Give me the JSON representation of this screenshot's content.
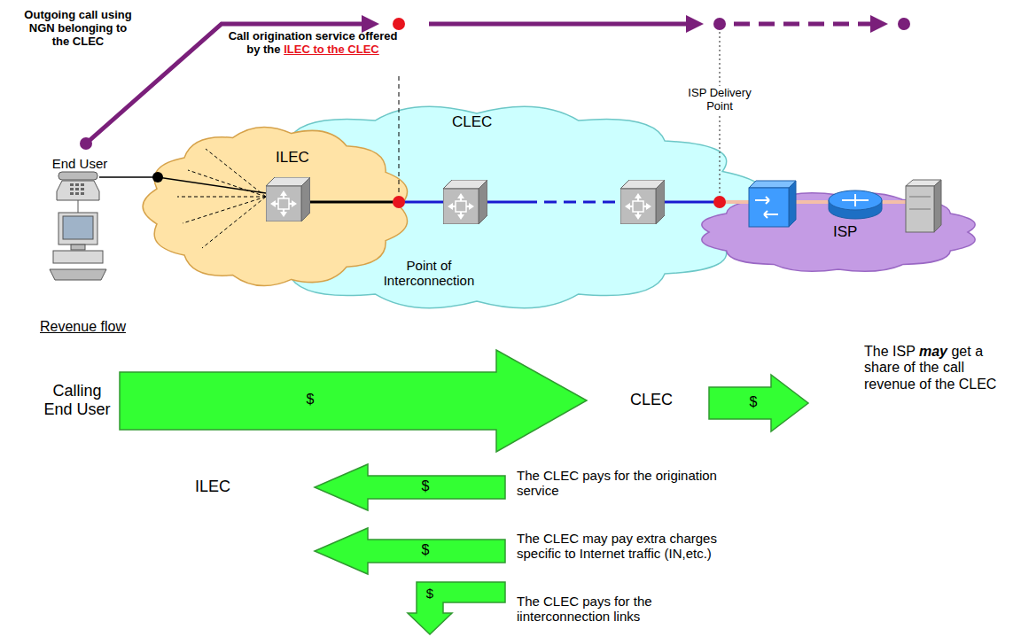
{
  "diagram": {
    "nodes": [
      {
        "text": [
          "CLEC"
        ]
      },
      {
        "text": [
          "ILEC"
        ]
      },
      {
        "text": [
          "ISP"
        ]
      }
    ],
    "labels": [
      "Outgoing call using NGN belonging to the CLEC",
      "Call origination service offered by the",
      "ILEC to the CLEC",
      "ISP Delivery Point",
      "End User",
      "Point of Interconnection",
      "Revenue flow",
      "Calling End User",
      "$",
      "CLEC",
      "$",
      "The ISP",
      "may",
      "get a share of the call revenue of the CLEC",
      "ILEC",
      "$",
      "The CLEC pays for the origination service",
      "$",
      "The CLEC may pay extra charges specific to Internet traffic (IN,etc.)",
      "$",
      "The CLEC pays for the iinterconnection links"
    ]
  }
}
